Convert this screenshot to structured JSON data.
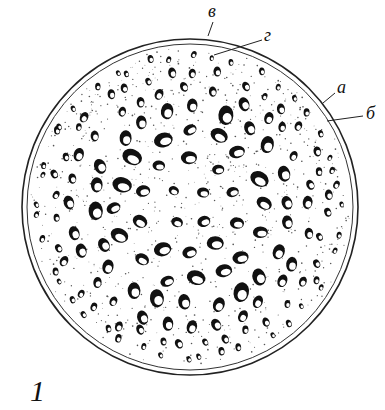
{
  "diagram": {
    "labels": [
      "в",
      "г",
      "а",
      "б",
      "1"
    ]
  }
}
